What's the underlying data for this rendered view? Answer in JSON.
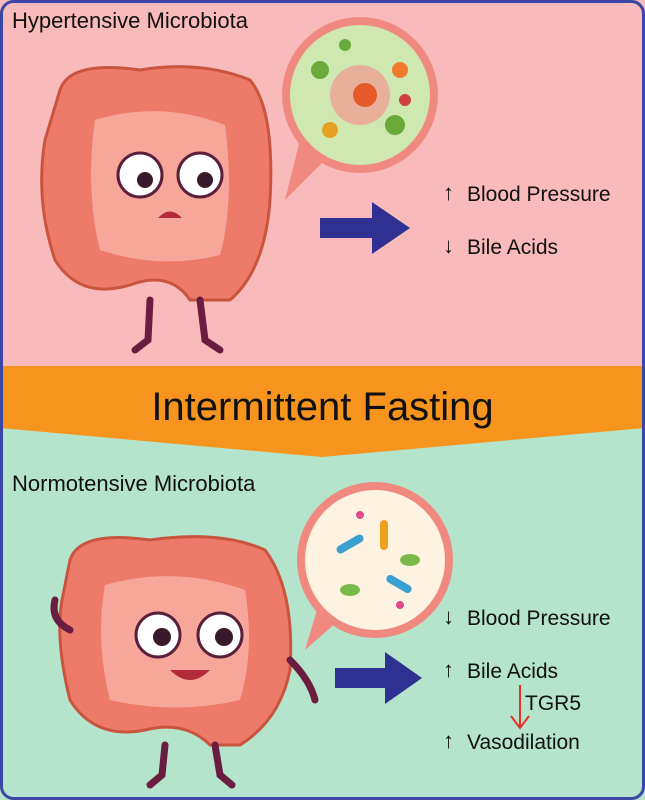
{
  "top_panel": {
    "title": "Hypertensive Microbiota",
    "effects": [
      {
        "direction": "up",
        "label": "Blood Pressure"
      },
      {
        "direction": "down",
        "label": "Bile Acids"
      }
    ]
  },
  "intervention": {
    "label": "Intermittent Fasting"
  },
  "bottom_panel": {
    "title": "Normotensive Microbiota",
    "effects": [
      {
        "direction": "down",
        "label": "Blood Pressure"
      },
      {
        "direction": "up",
        "label": "Bile Acids"
      },
      {
        "direction": "up",
        "label": "Vasodilation"
      }
    ],
    "pathway_label": "TGR5"
  },
  "colors": {
    "border": "#3a47a6",
    "top_bg": "#f9babb",
    "band": "#f7941d",
    "bottom_bg": "#b5e4cc",
    "arrow": "#2e3192",
    "intestine": "#ee7a6a",
    "pathway_arrow": "#e8302a"
  }
}
